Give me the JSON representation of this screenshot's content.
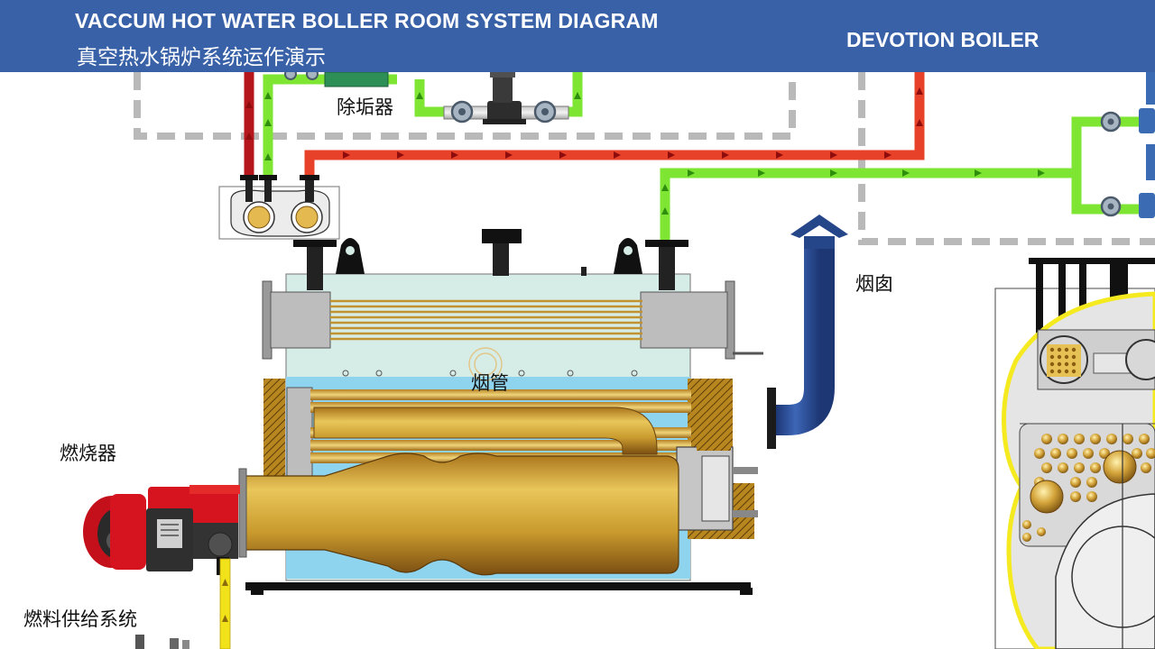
{
  "header": {
    "title_en": "VACCUM HOT WATER BOLLER ROOM SYSTEM DIAGRAM",
    "title_cn": "真空热水锅炉系统运作演示",
    "brand": "DEVOTION BOILER"
  },
  "labels": {
    "descaler": "除垢器",
    "chimney": "烟囱",
    "flue_tube": "烟管",
    "burner": "燃烧器",
    "fuel_supply": "燃料供给系统"
  },
  "colors": {
    "header_bg": "#3961a8",
    "hot_pipe": "#e8412a",
    "return_pipe": "#7ee633",
    "chimney": "#26468a",
    "boiler_shell": "#d6ece6",
    "water": "#8fd4ee",
    "furnace_gold": "#c7982b",
    "burner_red": "#d5141f",
    "fuel_pipe": "#f2e21a",
    "dashed_boundary": "#b9b9b9"
  }
}
